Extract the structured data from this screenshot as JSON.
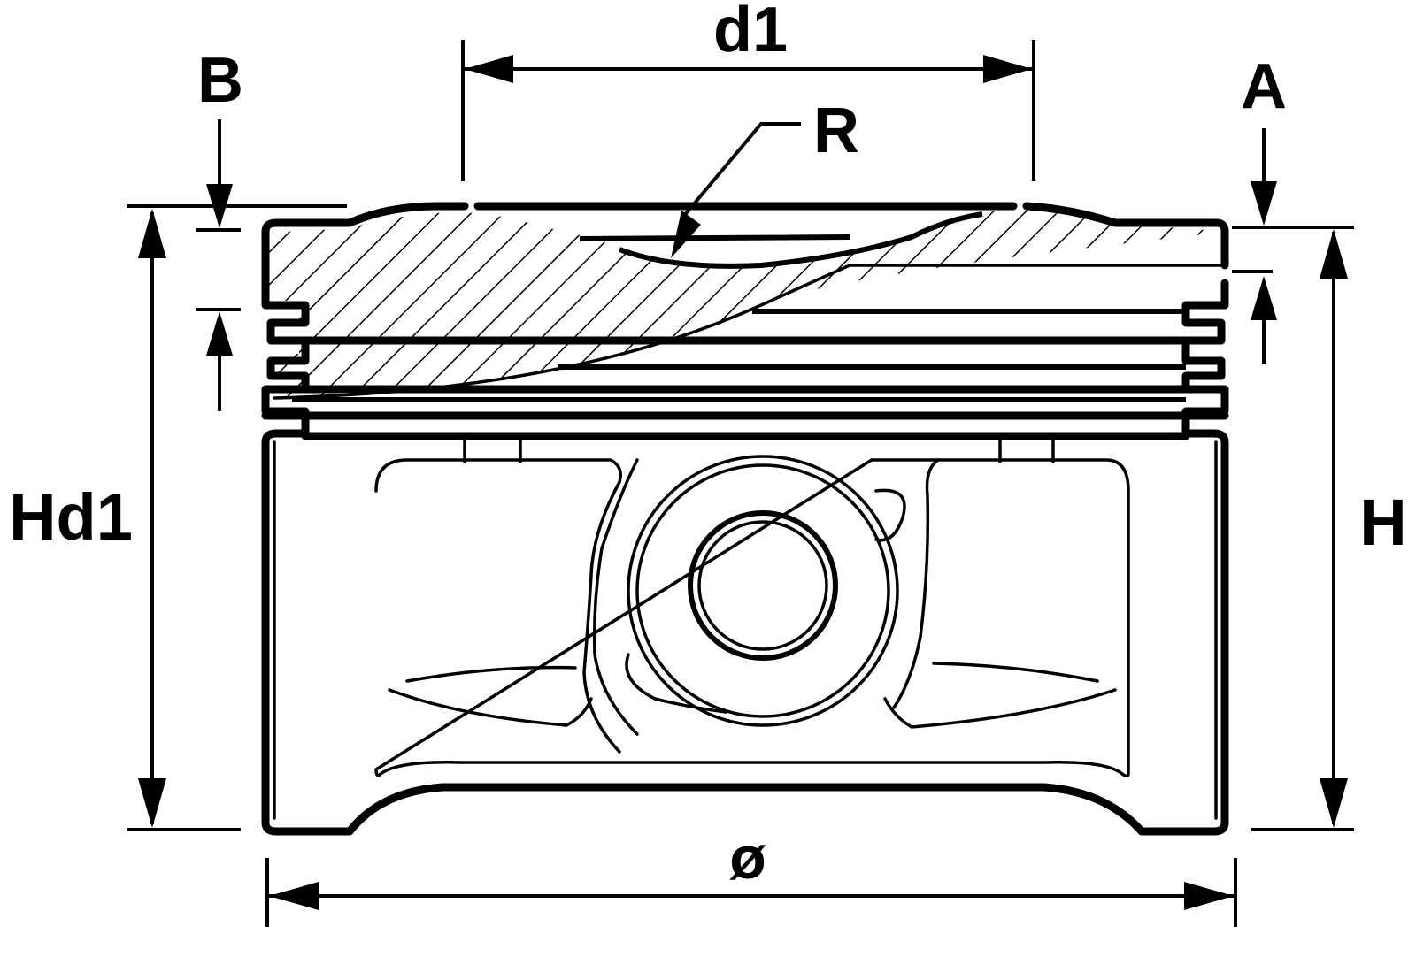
{
  "labels": {
    "d1": "d1",
    "b": "B",
    "a": "A",
    "r": "R",
    "hd1": "Hd1",
    "h": "H",
    "diameter": "ø"
  },
  "colors": {
    "ink": "#000000",
    "paper": "#ffffff"
  }
}
